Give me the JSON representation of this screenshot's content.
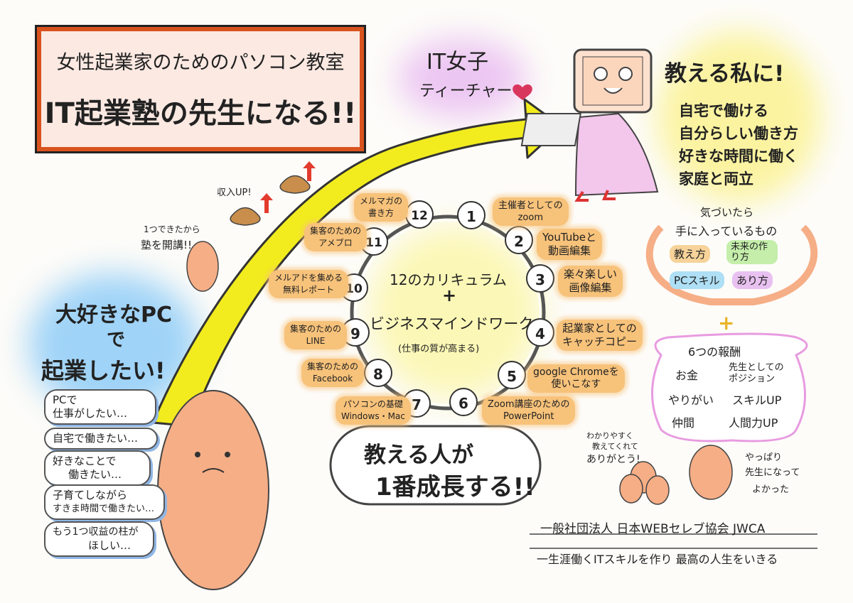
{
  "title": {
    "line1": "女性起業家のためのパソコン教室",
    "line2": "IT起業塾の先生になる!!"
  },
  "it_girl": {
    "line1": "IT女子",
    "line2": "ティーチャー"
  },
  "teach_me": {
    "heading": "教える私に!",
    "items": [
      "自宅で働ける",
      "自分らしい働き方",
      "好きな時間に働く",
      "家庭と両立"
    ]
  },
  "left": {
    "desire_line1": "大好きなPC",
    "desire_line2": "で",
    "desire_line3": "起業したい!",
    "one_done": "1つできたから",
    "open_school": "塾を開講!!",
    "income_up": "収入UP!",
    "thoughts": [
      {
        "l1": "PCで",
        "l2": "仕事がしたい…"
      },
      {
        "l1": "自宅で働きたい…",
        "l2": ""
      },
      {
        "l1": "好きなことで",
        "l2": "働きたい…"
      },
      {
        "l1": "子育てしながら",
        "l2": "すきま時間で働きたい…"
      },
      {
        "l1": "もう1つ収益の柱が",
        "l2": "ほしい…"
      }
    ]
  },
  "curriculum": {
    "center_line1": "12のカリキュラム",
    "center_plus": "+",
    "center_line2": "ビジネスマインドワーク",
    "center_note": "(仕事の質が高まる)",
    "items": [
      {
        "num": "1",
        "l1": "主催者としての",
        "l2": "zoom"
      },
      {
        "num": "2",
        "l1": "YouTubeと",
        "l2": "動画編集"
      },
      {
        "num": "3",
        "l1": "楽々楽しい",
        "l2": "画像編集"
      },
      {
        "num": "4",
        "l1": "起業家としての",
        "l2": "キャッチコピー"
      },
      {
        "num": "5",
        "l1": "google Chromeを",
        "l2": "使いこなす"
      },
      {
        "num": "6",
        "l1": "Zoom講座のための",
        "l2": "PowerPoint"
      },
      {
        "num": "7",
        "l1": "パソコンの基礎",
        "l2": "Windows・Mac"
      },
      {
        "num": "8",
        "l1": "集客のための",
        "l2": "Facebook"
      },
      {
        "num": "9",
        "l1": "集客のための",
        "l2": "LINE"
      },
      {
        "num": "10",
        "l1": "メルアドを集める",
        "l2": "無料レポート"
      },
      {
        "num": "11",
        "l1": "集客のための",
        "l2": "アメブロ"
      },
      {
        "num": "12",
        "l1": "メルマガの",
        "l2": "書き方"
      }
    ]
  },
  "growth": {
    "line1": "教える人が",
    "line2": "1番成長する!!"
  },
  "noticed": {
    "line1": "気づいたら",
    "line2": "手に入っているもの",
    "skills": [
      "教え方",
      "未来の作り方",
      "PCスキル",
      "あり方"
    ],
    "plus": "+"
  },
  "rewards": {
    "heading": "6つの報酬",
    "items": [
      "お金",
      "先生としてのポジション",
      "やりがい",
      "スキルUP",
      "仲間",
      "人間力UP"
    ]
  },
  "students": {
    "thanks_l1": "わかりやすく",
    "thanks_l2": "教えてくれて",
    "thanks_l3": "ありがとう!",
    "glad_l1": "やっぱり",
    "glad_l2": "先生になって",
    "glad_l3": "よかった"
  },
  "footer": {
    "org": "一般社団法人 日本WEBセレブ協会 JWCA",
    "tagline": "一生涯働くITスキルを作り 最高の人生をいきる"
  },
  "colors": {
    "accent_orange": "#d9531e",
    "arrow_yellow": "#f2ec1e",
    "bubble_orange": "#f7c27a",
    "skin": "#f6ae86",
    "dress": "#f3c6ec",
    "blue_glow": "#9bd1f5"
  }
}
